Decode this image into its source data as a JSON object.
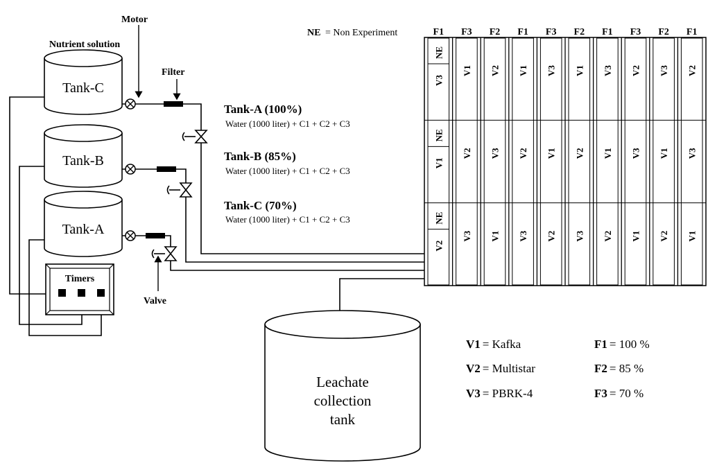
{
  "labels": {
    "motor": "Motor",
    "nutrient_solution": "Nutrient solution",
    "filter": "Filter",
    "timers": "Timers",
    "valve": "Valve",
    "ne_key": "NE",
    "ne_def": "= Non Experiment",
    "leachate": [
      "Leachate",
      "collection",
      "tank"
    ]
  },
  "tanks": [
    {
      "name": "Tank-C"
    },
    {
      "name": "Tank-B"
    },
    {
      "name": "Tank-A"
    }
  ],
  "compositions": [
    {
      "title": "Tank-A (100%)",
      "recipe": "Water (1000 liter) + C1 + C2 + C3"
    },
    {
      "title": "Tank-B (85%)",
      "recipe": "Water (1000 liter) + C1 + C2 + C3"
    },
    {
      "title": "Tank-C (70%)",
      "recipe": "Water (1000 liter) + C1 + C2 + C3"
    }
  ],
  "field": {
    "column_headers": [
      "F1",
      "F3",
      "F2",
      "F1",
      "F3",
      "F2",
      "F1",
      "F3",
      "F2",
      "F1"
    ],
    "ne_marker": "NE",
    "rows": [
      [
        "V3",
        "V1",
        "V2",
        "V1",
        "V3",
        "V1",
        "V3",
        "V2",
        "V3",
        "V2"
      ],
      [
        "V1",
        "V2",
        "V3",
        "V2",
        "V1",
        "V2",
        "V1",
        "V3",
        "V1",
        "V3"
      ],
      [
        "V2",
        "V3",
        "V1",
        "V3",
        "V2",
        "V3",
        "V2",
        "V1",
        "V2",
        "V1"
      ]
    ]
  },
  "legend": {
    "varieties": [
      {
        "key": "V1",
        "value": "= Kafka"
      },
      {
        "key": "V2",
        "value": "= Multistar"
      },
      {
        "key": "V3",
        "value": "= PBRK-4"
      }
    ],
    "fertigation": [
      {
        "key": "F1",
        "value": "= 100 %"
      },
      {
        "key": "F2",
        "value": "= 85 %"
      },
      {
        "key": "F3",
        "value": "= 70 %"
      }
    ]
  }
}
